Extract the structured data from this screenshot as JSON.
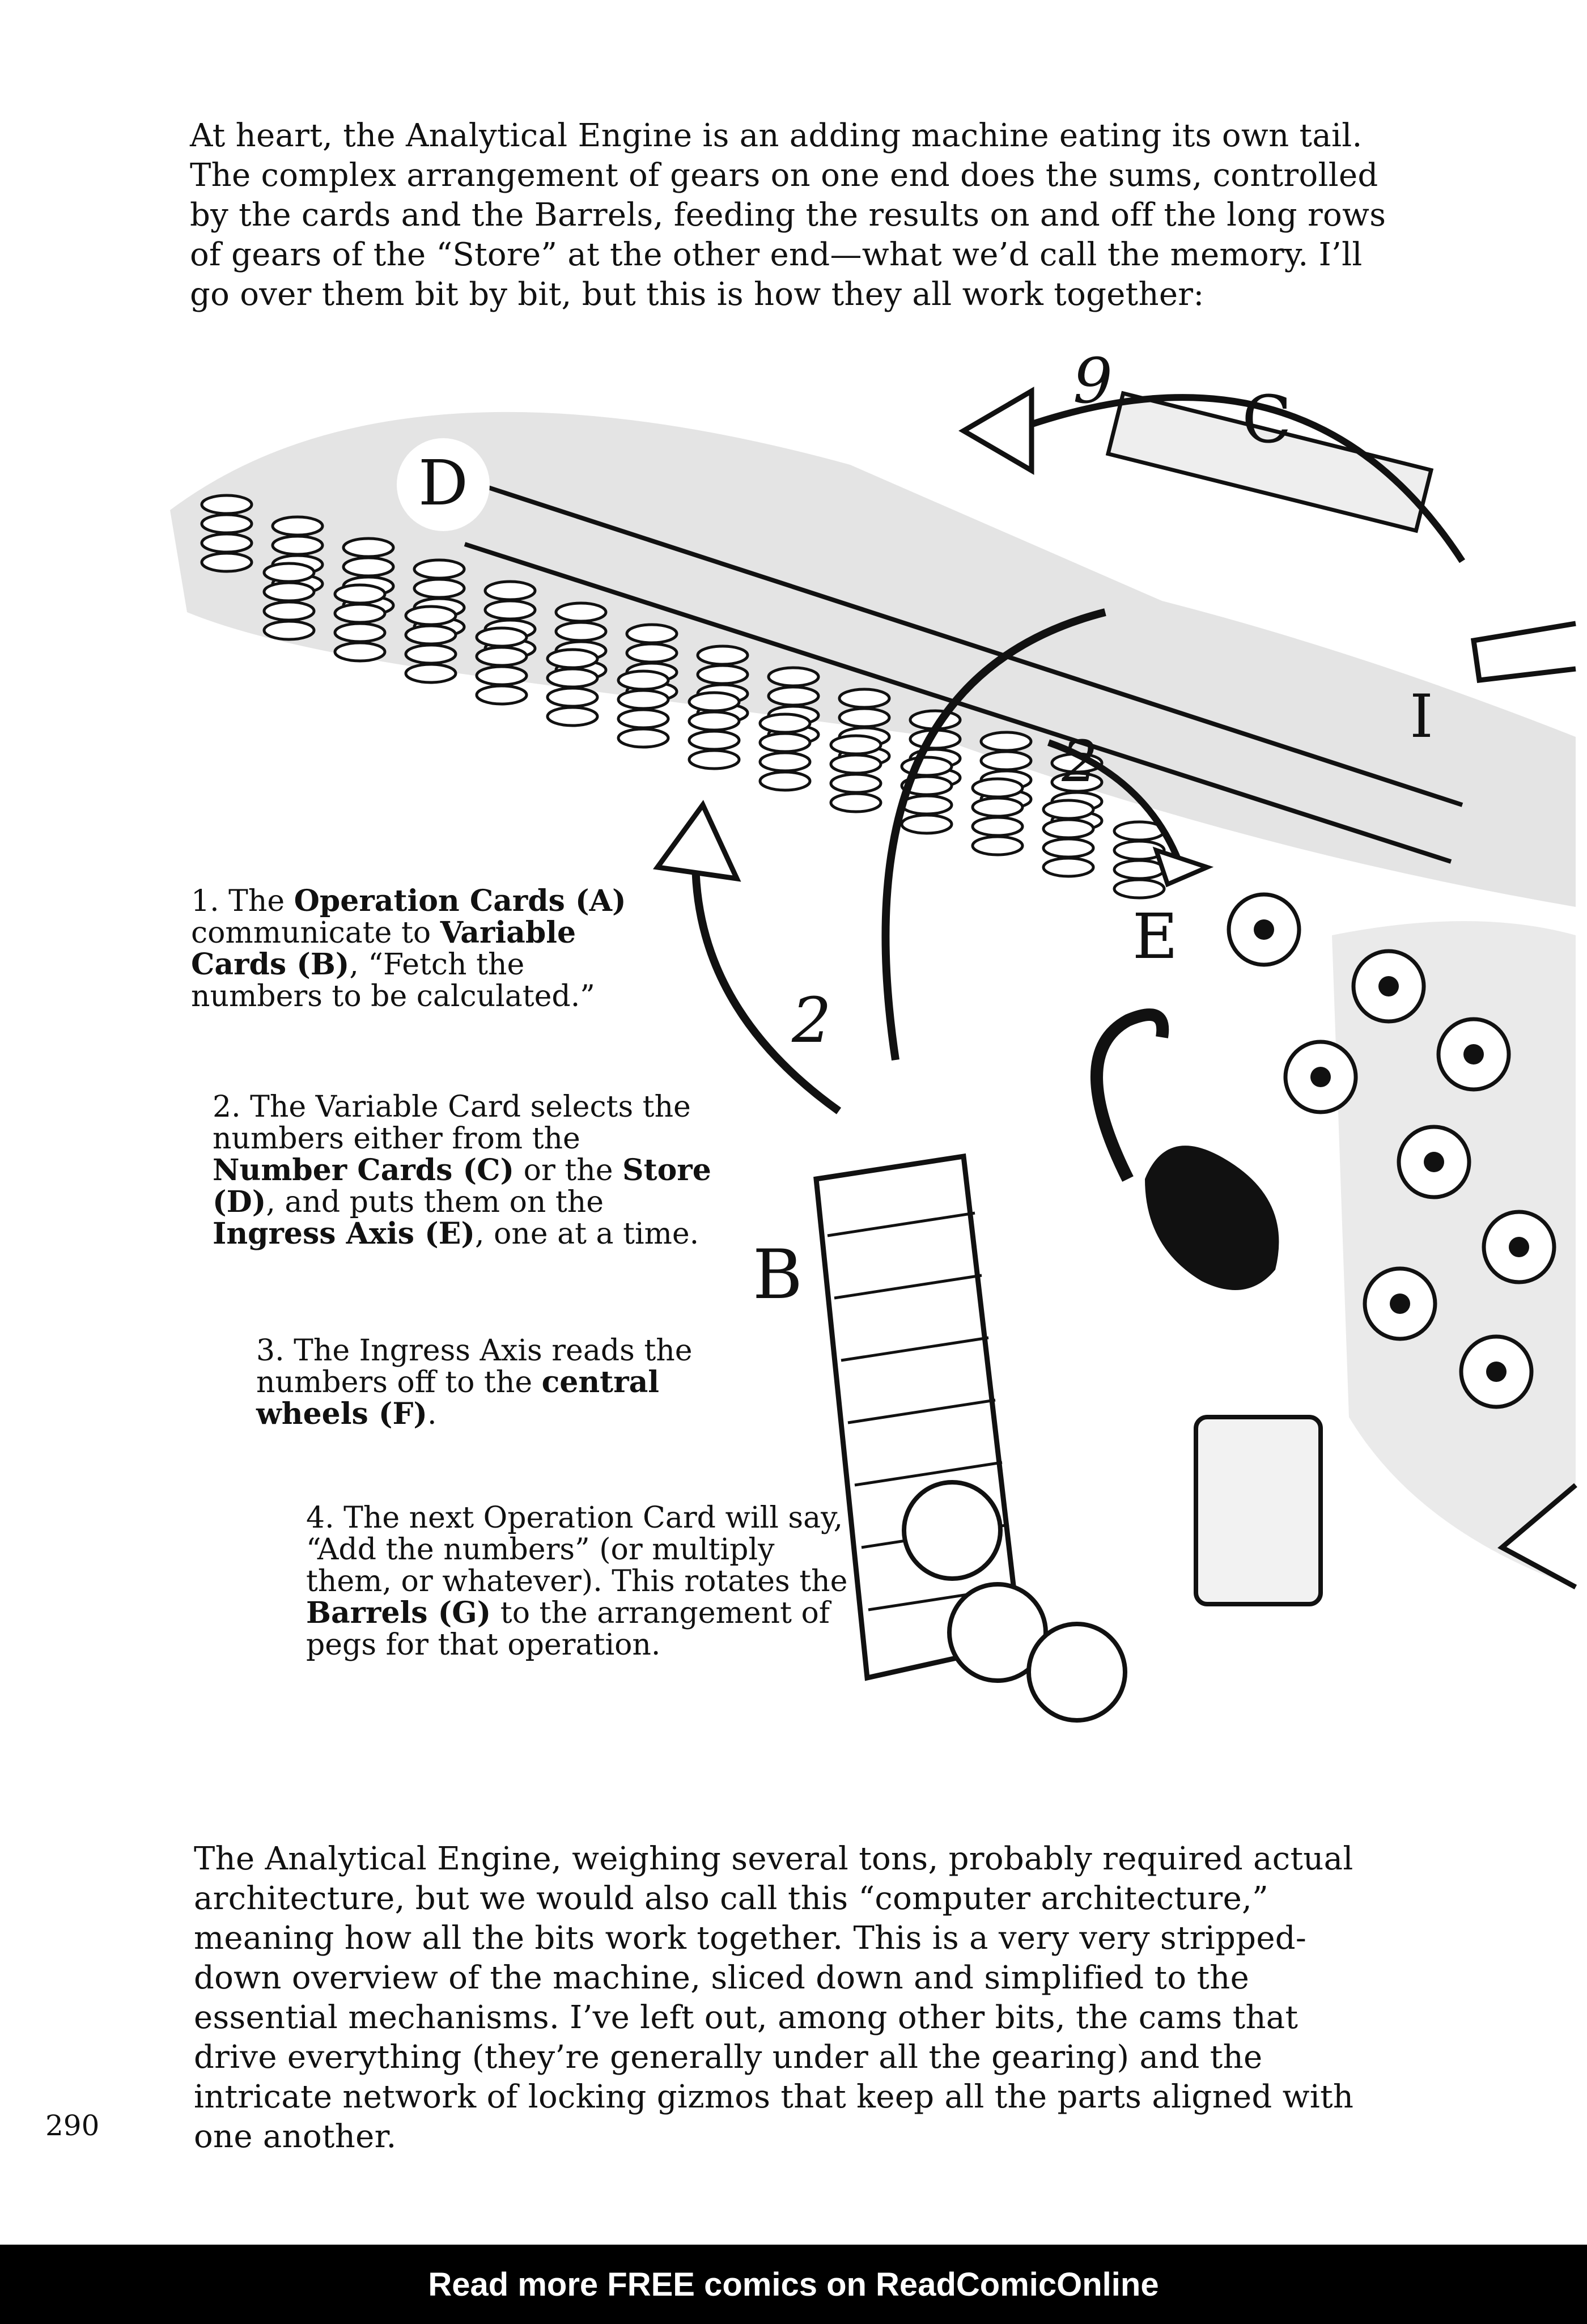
{
  "intro_text": "At heart, the Analytical Engine is an adding machine eating its own tail. The complex arrangement of gears on one end does the sums, controlled by the cards and the Barrels, feeding the results on and off the long rows of gears of the “Store” at the other end—what we’d call the memory. I’ll go over them bit by bit, but this is how they all work together:",
  "steps": [
    {
      "parts": [
        {
          "text": "1. The "
        },
        {
          "text": "Operation Cards (A)",
          "bold": true
        },
        {
          "text": " communicate to "
        },
        {
          "text": "Variable Cards (B)",
          "bold": true
        },
        {
          "text": ", “Fetch the numbers to be calculated.”"
        }
      ]
    },
    {
      "parts": [
        {
          "text": "2. The Variable Card selects the numbers either from the "
        },
        {
          "text": "Number Cards (C)",
          "bold": true
        },
        {
          "text": " or the "
        },
        {
          "text": "Store (D)",
          "bold": true
        },
        {
          "text": ", and puts them on the "
        },
        {
          "text": "Ingress Axis (E)",
          "bold": true
        },
        {
          "text": ", one at a time."
        }
      ]
    },
    {
      "parts": [
        {
          "text": "3. The Ingress Axis reads the numbers off to the "
        },
        {
          "text": "central wheels (F)",
          "bold": true
        },
        {
          "text": "."
        }
      ]
    },
    {
      "parts": [
        {
          "text": "4. The next Operation Card will say, “Add the numbers” (or multiply them, or whatever). This rotates the "
        },
        {
          "text": "Barrels (G)",
          "bold": true
        },
        {
          "text": " to the arrangement of pegs for that operation."
        }
      ]
    }
  ],
  "illustration": {
    "labels": {
      "d": "D",
      "c": "C",
      "i": "I",
      "e": "E",
      "b": "B"
    },
    "arrow_numbers": {
      "top": "9",
      "middle": "2",
      "left": "2"
    }
  },
  "outro_text": "The Analytical Engine, weighing several tons, probably required actual architecture, but we would also call this “computer architecture,” meaning how all the bits work together. This is a very very stripped-down overview of the machine, sliced down and simplified to the essential mechanisms. I’ve left out, among other bits, the cams that drive everything (they’re generally under all the gearing) and the intricate network of locking gizmos that keep all the parts aligned with one another.",
  "page_number": "290",
  "footer": {
    "text": "Read more FREE comics on ReadComicOnline"
  },
  "colors": {
    "ink": "#111111",
    "wash": "#d9d9d9",
    "footer_bg": "#000000",
    "footer_fg": "#ffffff"
  }
}
